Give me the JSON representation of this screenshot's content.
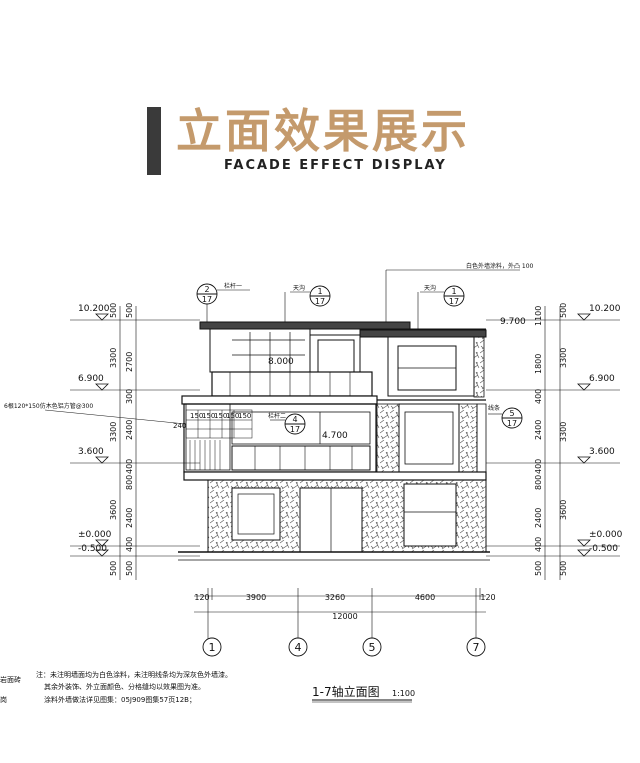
{
  "header": {
    "title": "立面效果展示",
    "subtitle": "FACADE EFFECT DISPLAY"
  },
  "drawing": {
    "left_levels": [
      "10.200",
      "6.900",
      "3.600",
      "±0.000",
      "-0.500"
    ],
    "right_levels": [
      "10.200",
      "6.900",
      "3.600",
      "±0.000",
      "-0.500"
    ],
    "left_dims_outer": [
      "500",
      "3300",
      "3300",
      "3600",
      "500"
    ],
    "left_dims_inner": [
      "500",
      "2700",
      "300",
      "2400",
      "400",
      "800",
      "2400",
      "400",
      "500"
    ],
    "right_dims_outer": [
      "500",
      "3300",
      "3300",
      "3600",
      "500"
    ],
    "right_dims_inner": [
      "1100",
      "1800",
      "400",
      "2400",
      "400",
      "800",
      "2400",
      "400",
      "500"
    ],
    "mid_levels": [
      "8.000",
      "4.700"
    ],
    "top_level_right": "9.700",
    "horizontal_dims": [
      "120",
      "3900",
      "3260",
      "4600",
      "120"
    ],
    "total_dim": "12000",
    "axes": [
      "1",
      "4",
      "5",
      "7"
    ],
    "callouts": [
      {
        "num": "2",
        "den": "17"
      },
      {
        "num": "1",
        "den": "17"
      },
      {
        "num": "1",
        "den": "17"
      },
      {
        "num": "4",
        "den": "17"
      },
      {
        "num": "5",
        "den": "17"
      }
    ],
    "labels": {
      "top_right_note": "白色外墙涂料，外凸 100",
      "railing1": "栏杆一",
      "gutter1": "天沟",
      "gutter2": "天沟",
      "railing2": "栏杆二",
      "line_foot": "线条",
      "beam_note": "6根120*150仿木色铝方管@300",
      "beam_grid": [
        "150",
        "150",
        "150",
        "150",
        "150"
      ],
      "beam_240": "240"
    },
    "notes": [
      "注：未注明墙面均为白色涂料，未注明线条均为深灰色外墙漆。",
      "其余外装饰、外立面颜色、分格缝均以效果图为准。",
      "涂料外墙做法详见图集：05J909图集57页12B；"
    ],
    "left_cut_text": [
      "岩面砖",
      "岗"
    ],
    "drawing_title": "1-7轴立面图",
    "drawing_scale": "1:100"
  }
}
